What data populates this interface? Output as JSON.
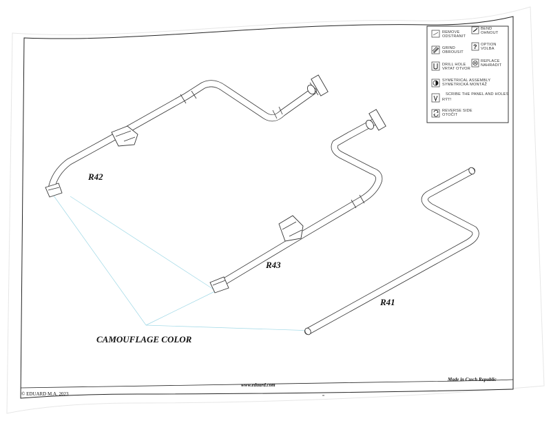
{
  "legend": {
    "items": [
      {
        "icon": "remove-icon",
        "lines": [
          "REMOVE",
          "ODSTRANIT"
        ]
      },
      {
        "icon": "bend-icon",
        "lines": [
          "BEND",
          "OHNOUT"
        ]
      },
      {
        "icon": "grind-icon",
        "lines": [
          "GRIND",
          "OBROUSIT"
        ]
      },
      {
        "icon": "option-icon",
        "glyph": "?",
        "lines": [
          "OPTION",
          "VOLBA"
        ]
      },
      {
        "icon": "drill-hole-icon",
        "lines": [
          "DRILL HOLE",
          "VRTAT OTVOR"
        ]
      },
      {
        "icon": "replace-icon",
        "lines": [
          "REPLACE",
          "NAHRADIT"
        ]
      },
      {
        "icon": "symmetrical-assembly-icon",
        "lines": [
          "SYMETRICAL ASSEMBLY",
          "SYMETRICKÁ MONTÁŽ"
        ]
      },
      {
        "icon": "scribe-icon",
        "lines": [
          "SCRIBE THE PANEL AND HOLES",
          "RÝT!"
        ]
      },
      {
        "icon": "reverse-side-icon",
        "lines": [
          "REVERSE SIDE",
          "OTOČIT"
        ]
      }
    ]
  },
  "parts": {
    "r42": "R42",
    "r43": "R43",
    "r41": "R41"
  },
  "camouflage_label": "CAMOUFLAGE COLOR",
  "footer": {
    "copyright": "© EDUARD  M.A. 2023",
    "website": "www.eduard.com",
    "origin": "Made in Czech Republic"
  },
  "colors": {
    "paper": "#ffffff",
    "ink": "#222222",
    "guide_line": "#9fd8e6"
  }
}
